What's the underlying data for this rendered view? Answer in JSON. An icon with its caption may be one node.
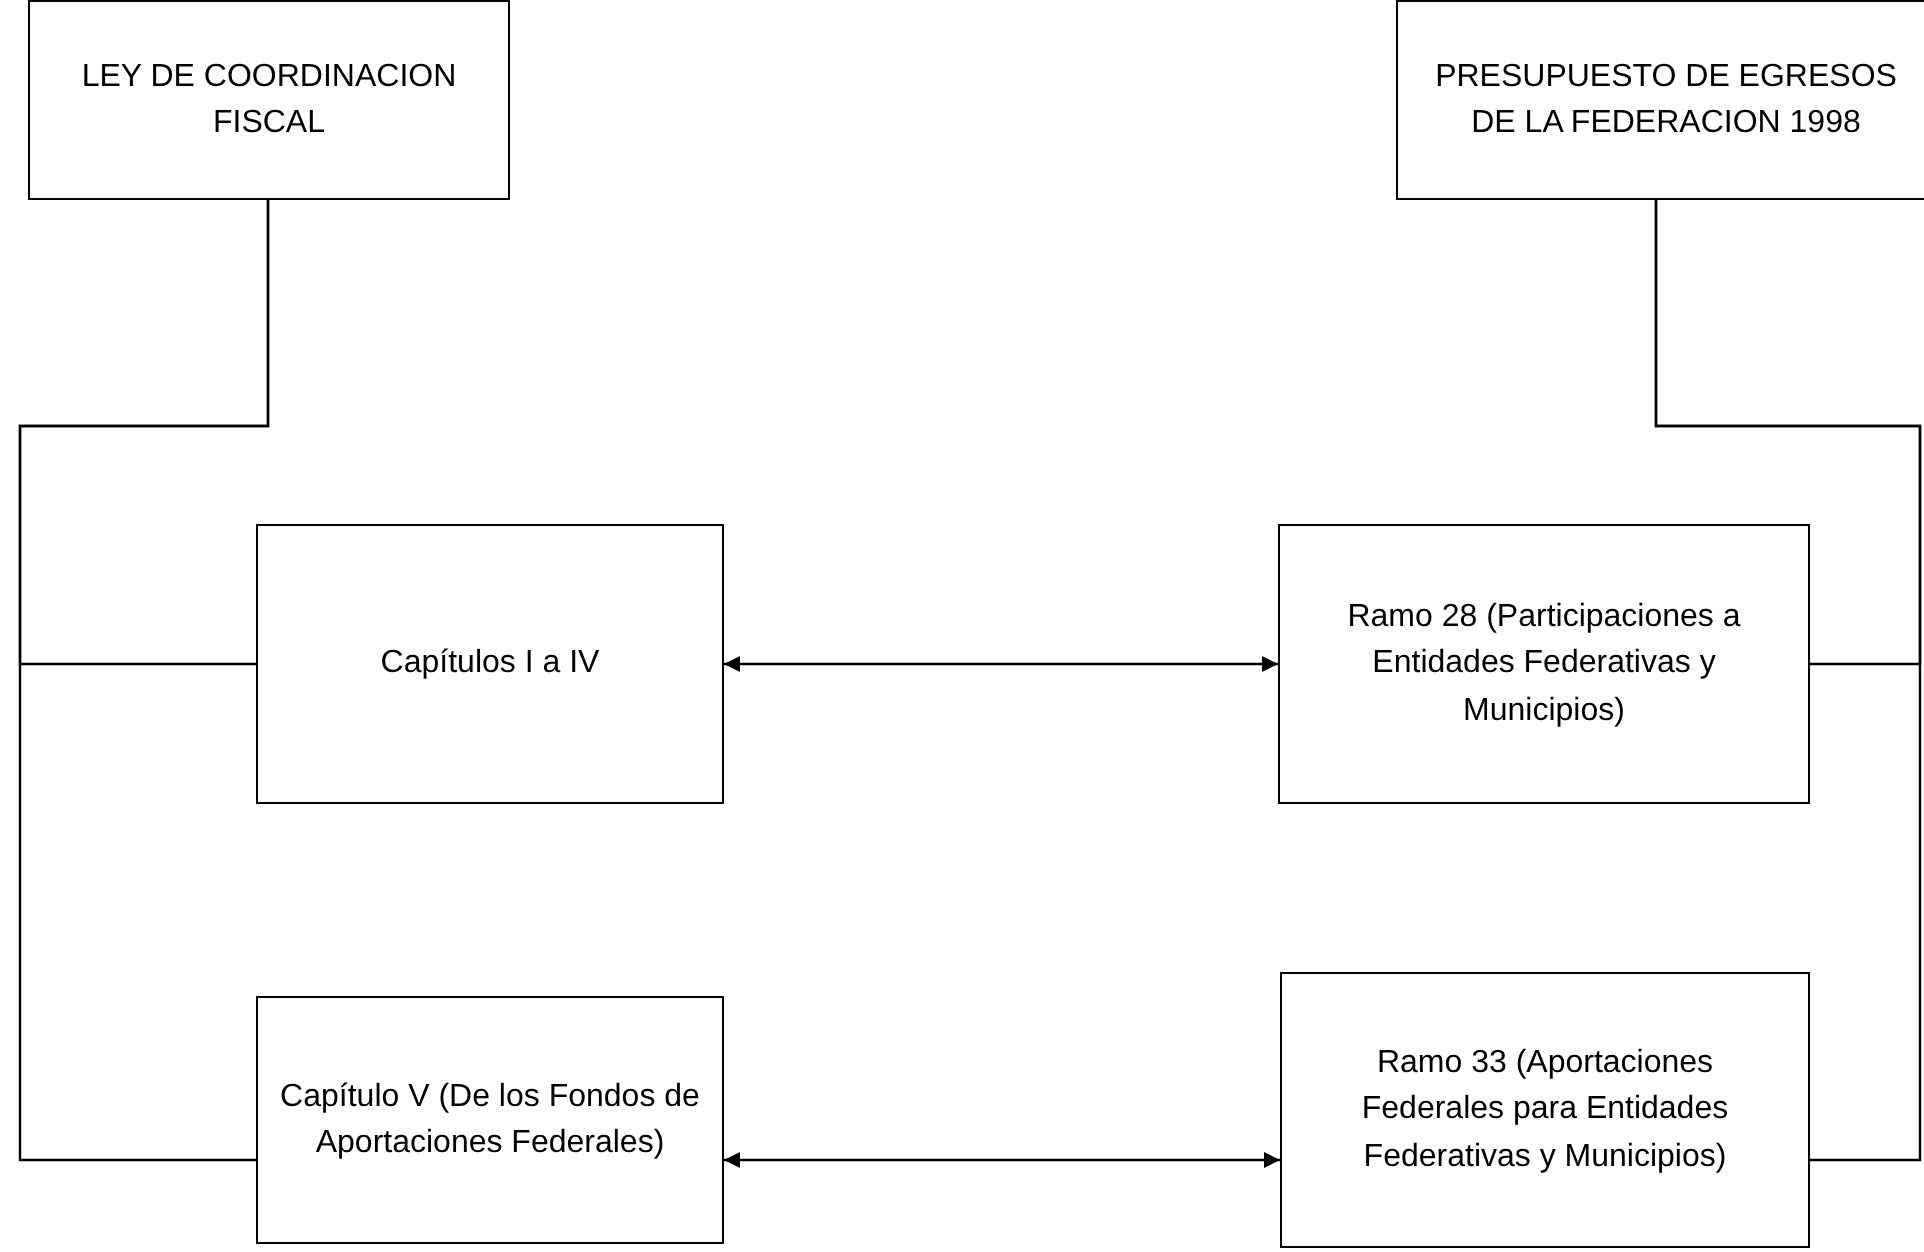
{
  "diagram": {
    "nodes": [
      {
        "text": [
          "LEY DE COORDINACION FISCAL"
        ]
      },
      {
        "text": [
          "PRESUPUESTO DE EGRESOS DE LA FEDERACION 1998"
        ]
      },
      {
        "text": [
          "Capítulos I a IV"
        ]
      },
      {
        "text": [
          "Ramo 28 (Participaciones a Entidades Federativas y Municipios)"
        ]
      },
      {
        "text": [
          "Capítulo V (De los Fondos de Aportaciones Federales)"
        ]
      },
      {
        "text": [
          "Ramo 33 (Aportaciones Federales para Entidades Federativas y Municipios)"
        ]
      }
    ],
    "edges": [
      {
        "from": 0,
        "to": 2,
        "arrow": "none"
      },
      {
        "from": 0,
        "to": 4,
        "arrow": "none"
      },
      {
        "from": 1,
        "to": 3,
        "arrow": "none"
      },
      {
        "from": 1,
        "to": 5,
        "arrow": "none"
      },
      {
        "from": 2,
        "to": 3,
        "arrow": "both"
      },
      {
        "from": 4,
        "to": 5,
        "arrow": "both"
      }
    ]
  }
}
